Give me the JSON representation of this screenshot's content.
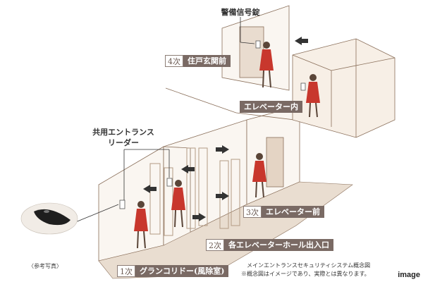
{
  "steps": [
    {
      "num": "1次",
      "label": "グランコリドー(風除室)"
    },
    {
      "num": "2次",
      "label": "各エレベーターホール出入口"
    },
    {
      "num": "3次",
      "label": "エレベーター前"
    },
    {
      "num": "4次",
      "label": "住戸玄関前"
    }
  ],
  "callouts": {
    "alarm_lock": "警備信号錠",
    "elevator_inside": "エレベーター内",
    "entrance_reader_line1": "共用エントランス",
    "entrance_reader_line2": "リーダー"
  },
  "photo_caption": "〈参考写真〉",
  "notes": {
    "concept_title": "メインエントランスセキュリティシステム概念図",
    "disclaimer": "※概念図はイメージであり、実際とは異なります。"
  },
  "image_tag": "image",
  "colors": {
    "figure_dress": "#c8372d",
    "line": "#8a6f5a",
    "floor": "#e9ddd0",
    "label_bg": "#7a6a64",
    "arrow": "#333333",
    "wall_fill": "#faf6f1"
  }
}
